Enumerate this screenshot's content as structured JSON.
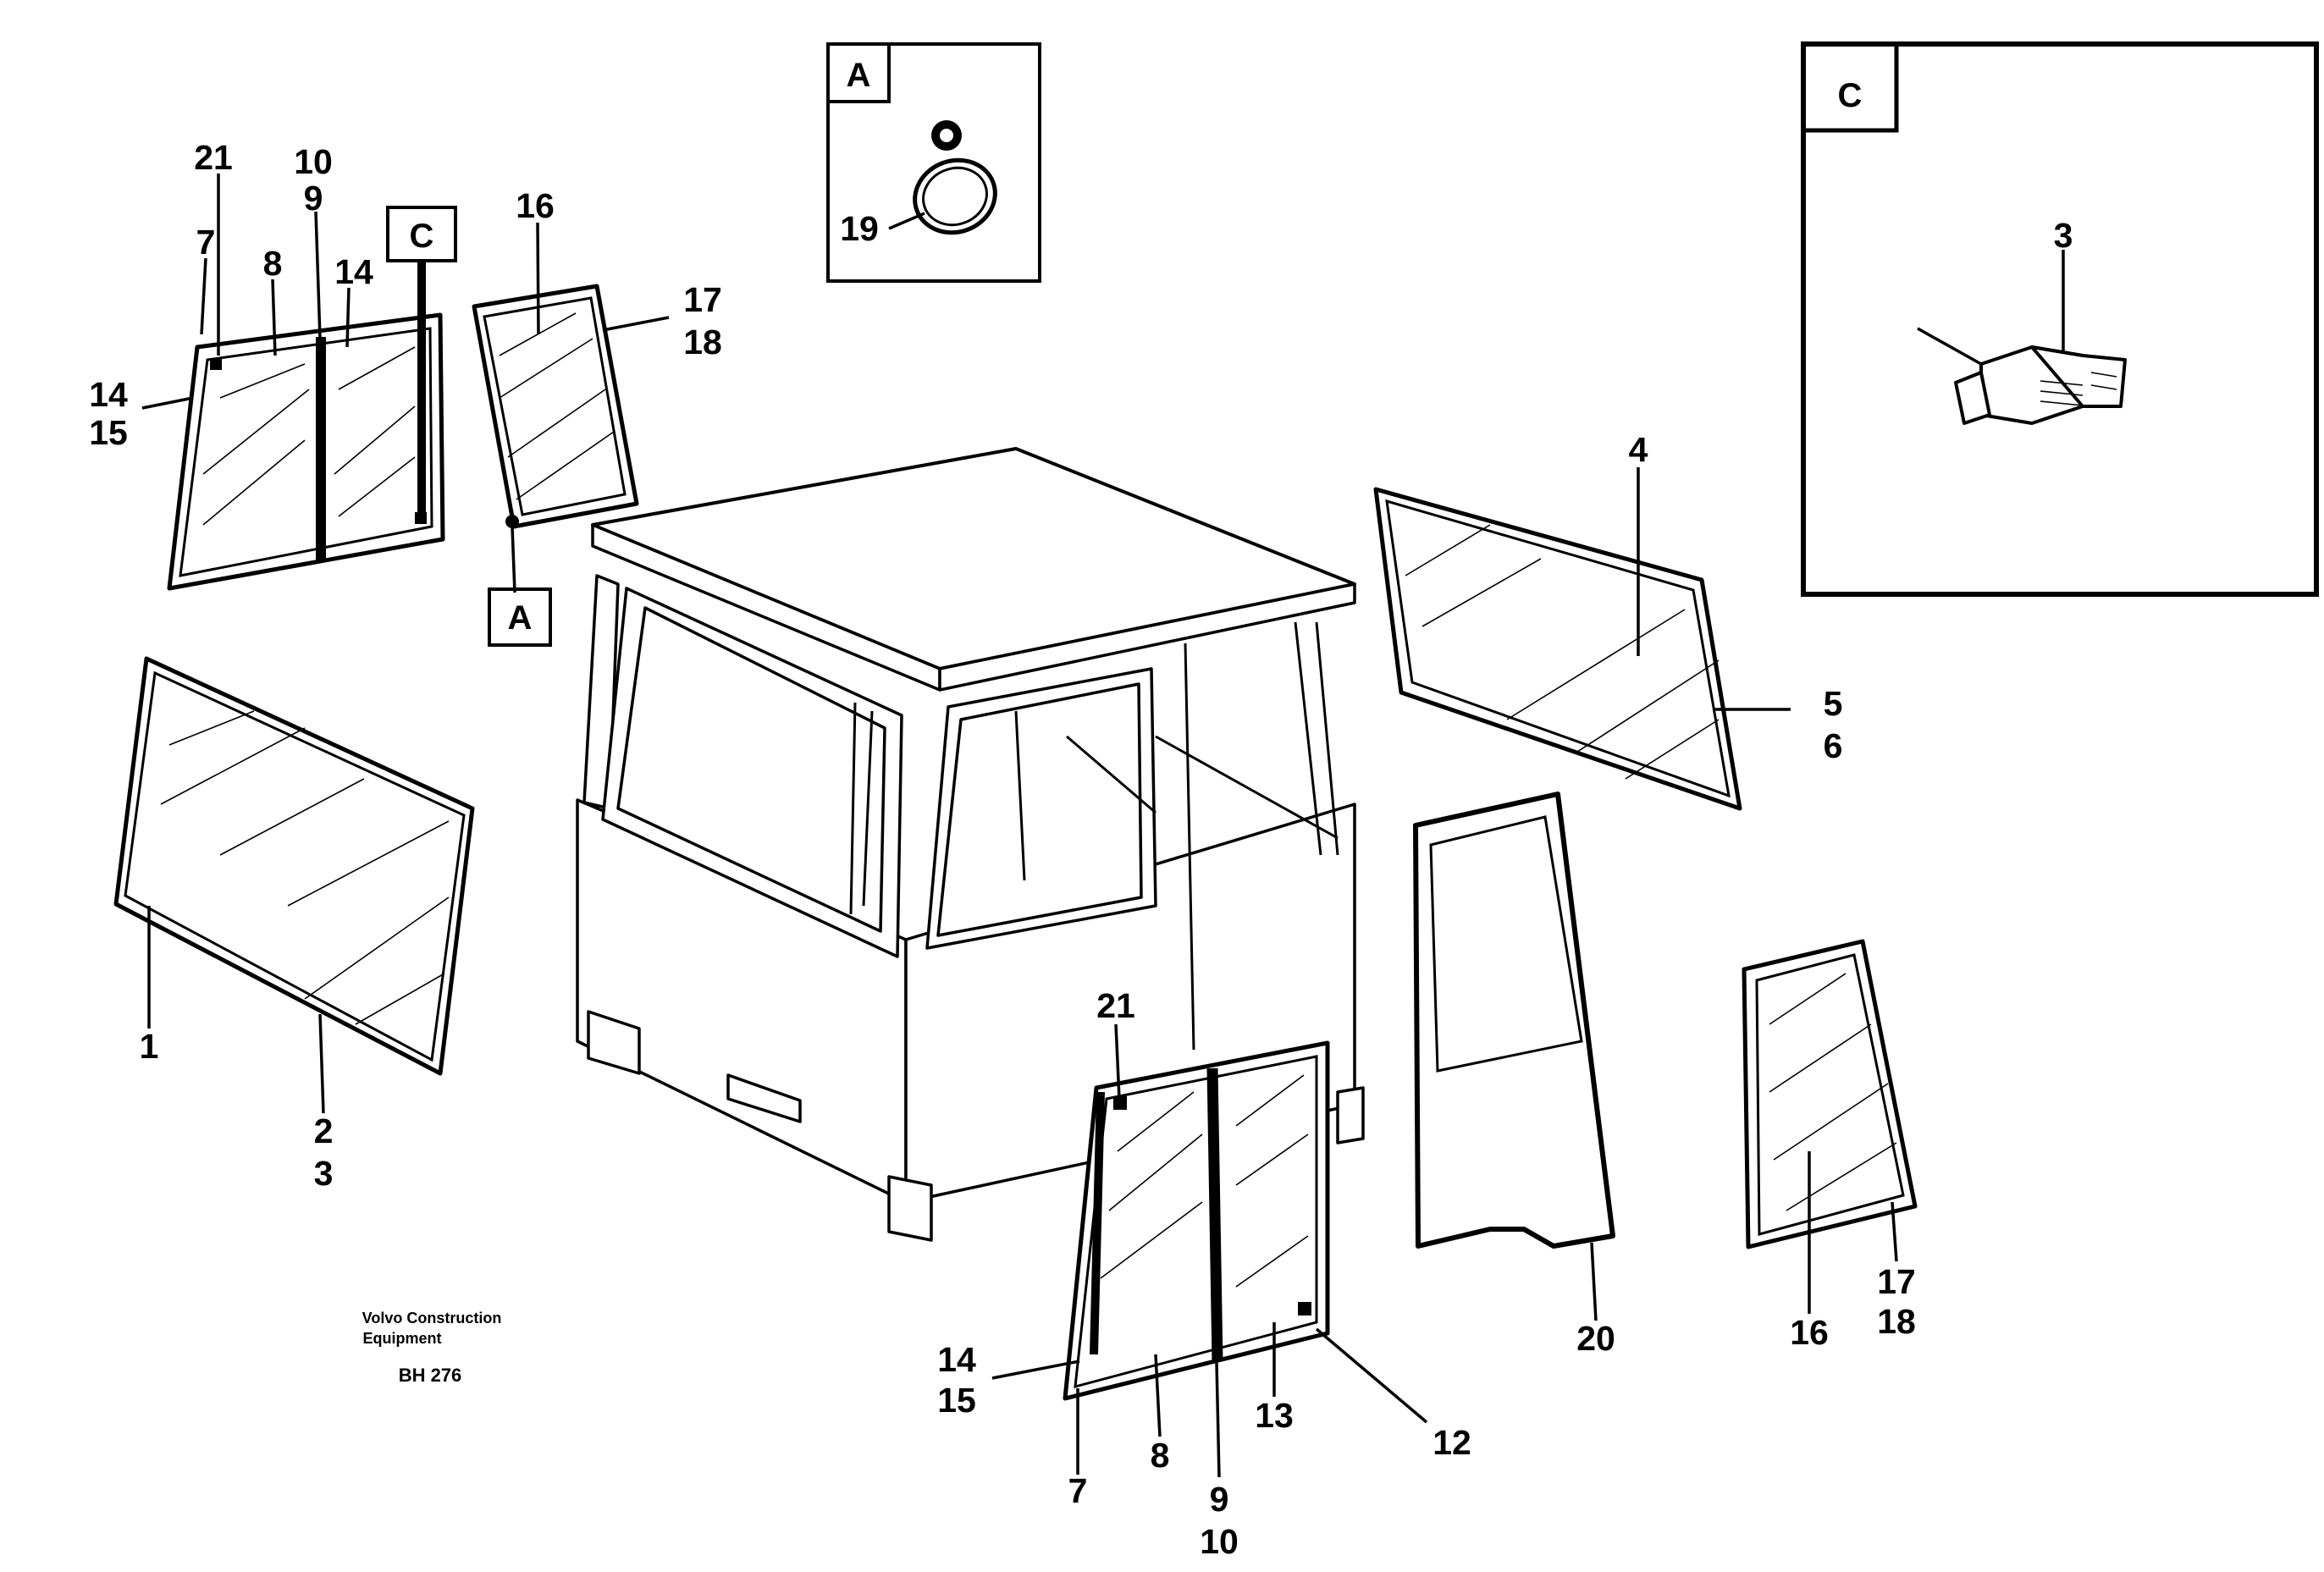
{
  "footer": {
    "company_line1": "Volvo Construction",
    "company_line2": "Equipment",
    "drawing_number": "BH 276"
  },
  "detail_boxes": {
    "A": "A",
    "C": "C"
  },
  "callouts": {
    "a_marker": "A",
    "c_marker": "C"
  },
  "part_numbers": {
    "tl_21": "21",
    "tl_10": "10",
    "tl_9": "9",
    "tl_7": "7",
    "tl_8": "8",
    "tl_14": "14",
    "tl_14b": "14",
    "tl_15": "15",
    "tr_16": "16",
    "tr_17": "17",
    "tr_18": "18",
    "a_19": "19",
    "c_3": "3",
    "r_4": "4",
    "r_5": "5",
    "r_6": "6",
    "l_1": "1",
    "l_2": "2",
    "l_3": "3",
    "d_21": "21",
    "d_14": "14",
    "d_15": "15",
    "d_7": "7",
    "d_8": "8",
    "d_9": "9",
    "d_10": "10",
    "d_13": "13",
    "d_12": "12",
    "door_20": "20",
    "br_16": "16",
    "br_17": "17",
    "br_18": "18"
  }
}
